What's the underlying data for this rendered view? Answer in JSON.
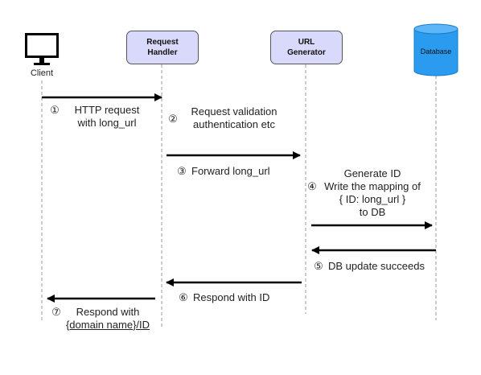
{
  "participants": {
    "client": "Client",
    "request_handler": [
      "Request",
      "Handler"
    ],
    "url_generator": [
      "URL",
      "Generator"
    ],
    "database": "Database"
  },
  "messages": {
    "m1": {
      "num": "①",
      "lines": [
        "HTTP request",
        "with long_url"
      ]
    },
    "m2": {
      "num": "②",
      "lines": [
        "Request validation",
        "authentication etc"
      ]
    },
    "m3": {
      "num": "③",
      "lines": [
        "Forward long_url"
      ]
    },
    "m4": {
      "num": "④",
      "lines": [
        "Generate ID",
        "Write the mapping of",
        "{ ID: long_url }",
        "to DB"
      ]
    },
    "m5": {
      "num": "⑤",
      "lines": [
        "DB update succeeds"
      ]
    },
    "m6": {
      "num": "⑥",
      "lines": [
        "Respond with ID"
      ]
    },
    "m7": {
      "num": "⑦",
      "lines": [
        "Respond with",
        "{domain name}/ID"
      ]
    }
  },
  "colors": {
    "box_fill": "#d9d9fb",
    "database_fill": "#2a9bef",
    "lifeline": "#999999",
    "arrow": "#000000"
  }
}
